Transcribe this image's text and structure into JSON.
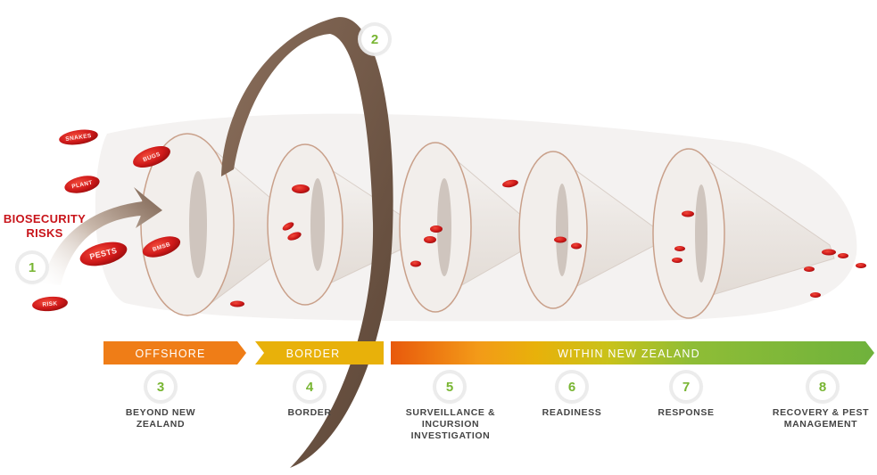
{
  "risks": {
    "title": "BIOSECURITY RISKS",
    "pills": [
      "SNAKES",
      "PLANT",
      "BUGS",
      "PESTS",
      "BMSB",
      "RISK"
    ]
  },
  "bands": [
    {
      "label": "OFFSHORE",
      "color": "#ef7d17"
    },
    {
      "label": "BORDER",
      "color": "#e8b10a"
    },
    {
      "label": "WITHIN NEW ZEALAND",
      "color": "#7fb83a"
    }
  ],
  "steps": [
    {
      "number": "1",
      "label": ""
    },
    {
      "number": "2",
      "label": ""
    },
    {
      "number": "3",
      "label": "BEYOND NEW ZEALAND"
    },
    {
      "number": "4",
      "label": "BORDER"
    },
    {
      "number": "5",
      "label": "SURVEILLANCE & INCURSION INVESTIGATION"
    },
    {
      "number": "6",
      "label": "READINESS"
    },
    {
      "number": "7",
      "label": "RESPONSE"
    },
    {
      "number": "8",
      "label": "RECOVERY & PEST MANAGEMENT"
    }
  ],
  "colors": {
    "risk_red": "#d01a1a",
    "arc_brown": "#6e5646",
    "step_green": "#78b532",
    "funnel_fill": "#efebe8",
    "funnel_rim": "#c9a08a"
  }
}
